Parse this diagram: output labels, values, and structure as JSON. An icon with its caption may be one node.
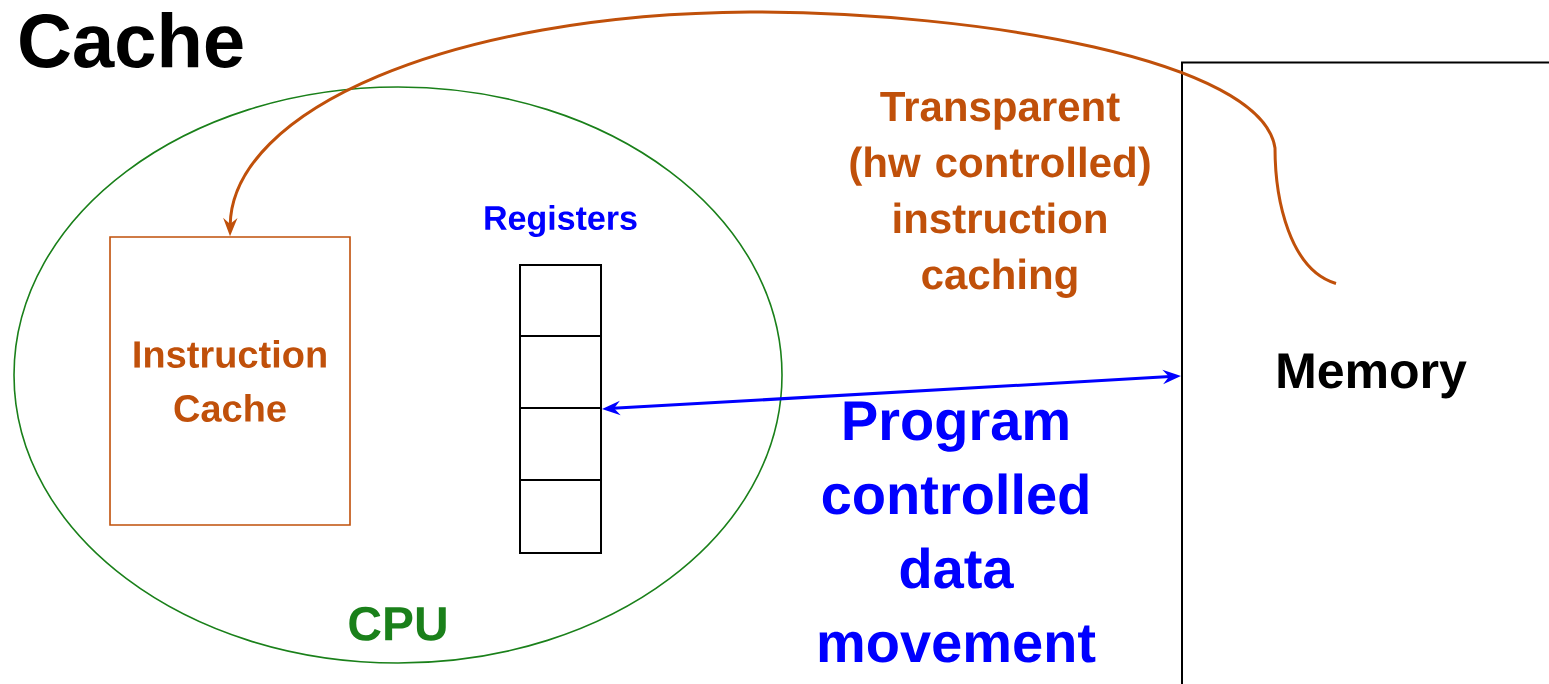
{
  "diagram": {
    "title": "Cache",
    "nodes": [
      {
        "text": [
          "CPU"
        ]
      },
      {
        "text": [
          "Instruction Cache"
        ],
        "in": 0
      },
      {
        "text": [
          "Registers"
        ],
        "in": 0
      },
      {
        "text": [
          "Memory"
        ]
      }
    ],
    "edges": [
      {
        "from": 3,
        "to": 1,
        "arrow": "to",
        "label": "Transparent (hw controlled) instruction caching",
        "color": "#c0500a"
      },
      {
        "from": 2,
        "to": 3,
        "arrow": "both",
        "label": "Program controlled data movement",
        "color": "#0000ff"
      }
    ]
  }
}
